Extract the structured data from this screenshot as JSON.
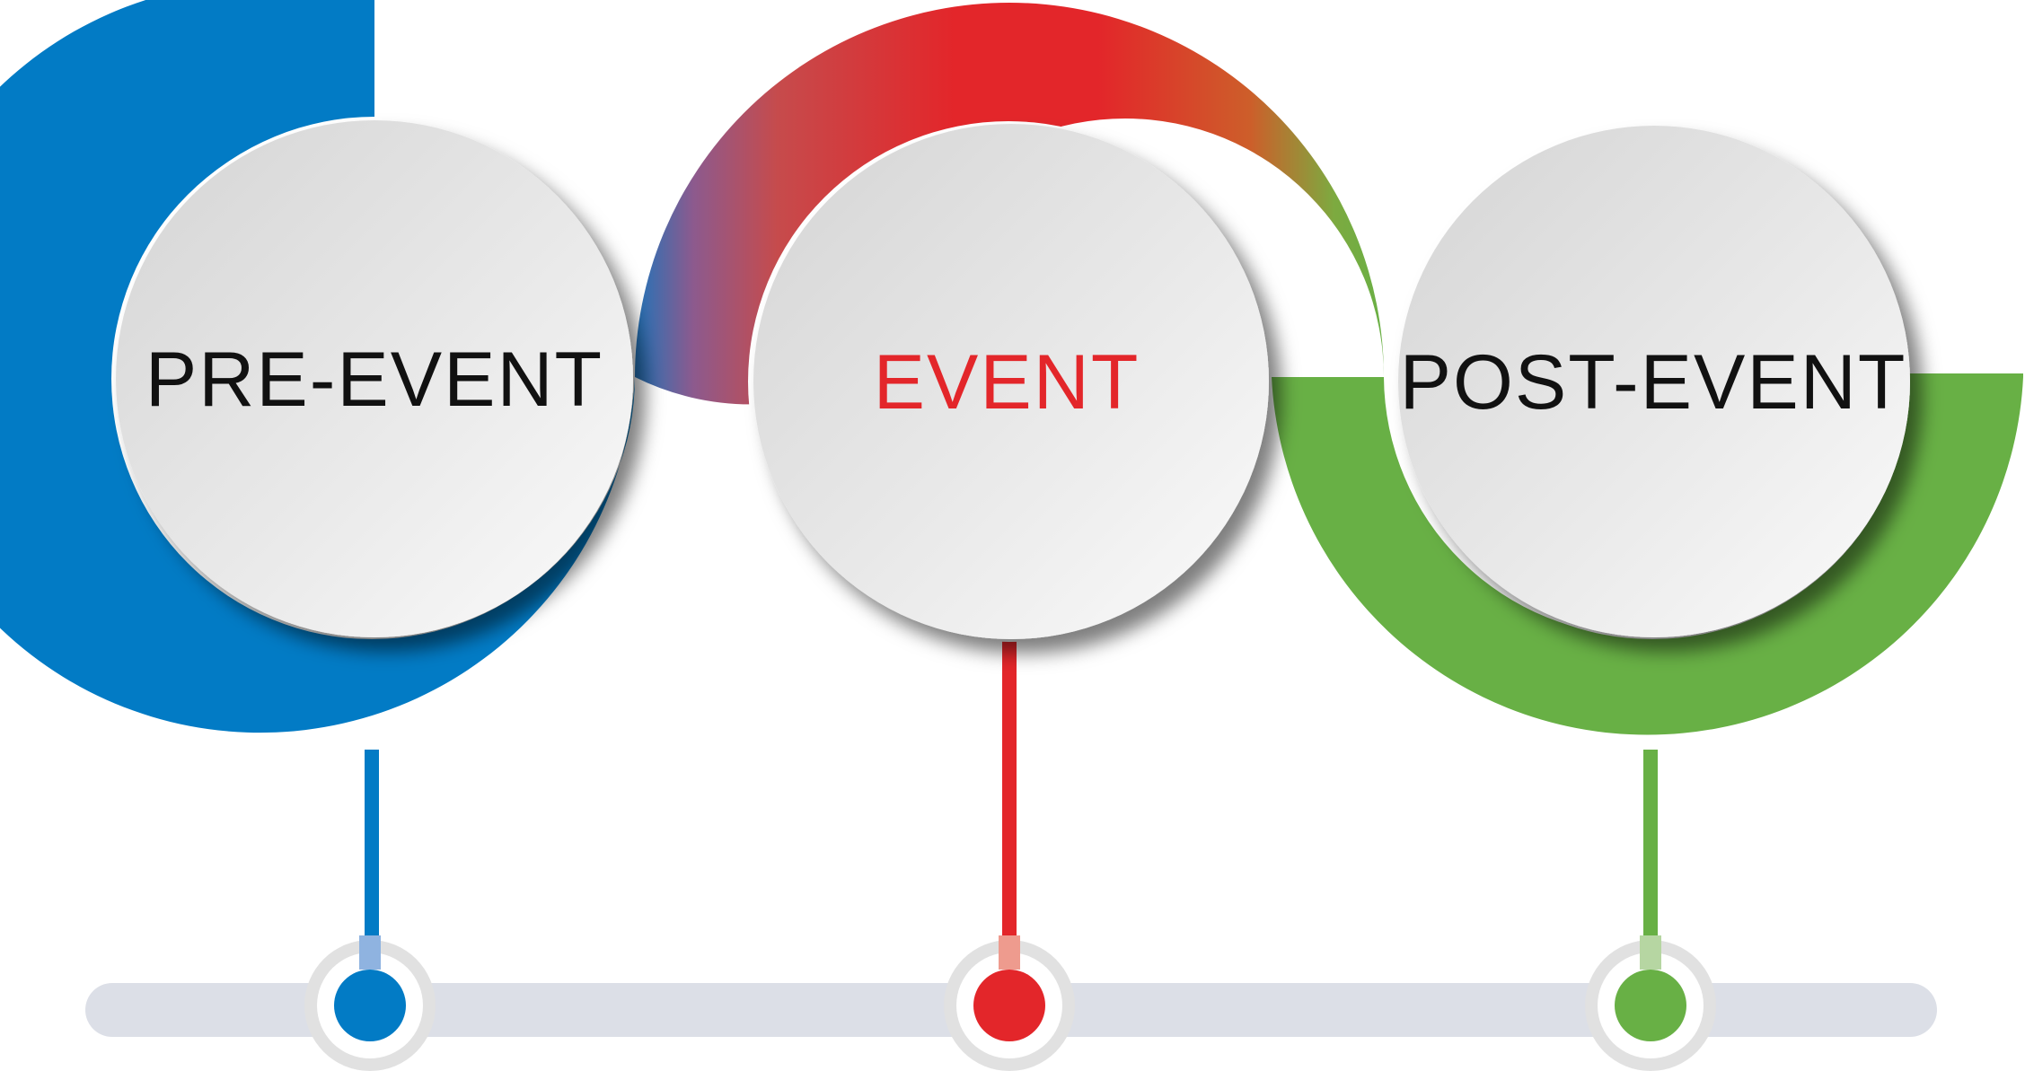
{
  "stages": [
    {
      "label": "PRE-EVENT",
      "color": "#027BC5",
      "text_color": "#111111"
    },
    {
      "label": "EVENT",
      "color": "#E3262A",
      "text_color": "#E3262A"
    },
    {
      "label": "POST-EVENT",
      "color": "#68B045",
      "text_color": "#111111"
    }
  ],
  "timeline": {
    "track_color": "#DCDFE7",
    "node_ring_color": "#E1E1E1"
  }
}
